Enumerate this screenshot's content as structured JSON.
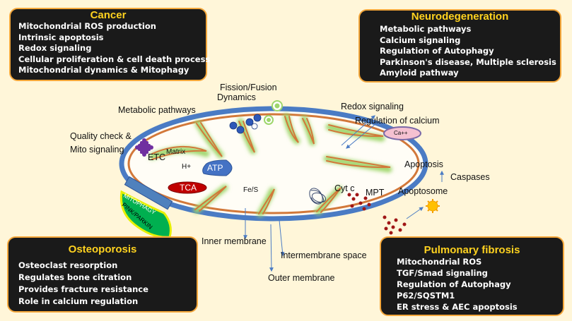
{
  "cancer": {
    "title": "Cancer",
    "items": [
      "Mitochondrial ROS production",
      "Intrinsic apoptosis",
      "Redox signaling",
      "Cellular proliferation & cell death process",
      "Mitochondrial dynamics & Mitophagy"
    ]
  },
  "neuro": {
    "title": "Neurodegeneration",
    "items": [
      "Metabolic pathways",
      "Calcium signaling",
      "Regulation of Autophagy",
      "Parkinson's disease, Multiple sclerosis",
      "Amyloid pathway"
    ]
  },
  "osteo": {
    "title": "Osteoporosis",
    "items": [
      "Osteoclast resorption",
      "Regulates bone citration",
      "Provides fracture resistance",
      "Role in calcium regulation"
    ]
  },
  "pulmonary": {
    "title": "Pulmonary fibrosis",
    "items": [
      "Mitochondrial  ROS",
      "TGF/Smad signaling",
      "Regulation of Autophagy",
      "P62/SQSTM1",
      "ER stress & AEC apoptosis"
    ]
  },
  "labels": {
    "fission": "Fission/Fusion",
    "dynamics": "Dynamics",
    "metabolic": "Metabolic pathways",
    "quality1": "Quality check &",
    "quality2": "Mito signaling",
    "etc": "ETC",
    "matrix": "Matrix",
    "hplus": "H+",
    "atp": "ATP",
    "tca": "TCA",
    "fes": "Fe/S",
    "cytc": "Cyt c",
    "mpt": "MPT",
    "redox": "Redox signaling",
    "calcium": "Regulation of calcium",
    "ca": "Ca++",
    "apoptosis": "Apoptosis",
    "caspases": "Caspases",
    "apoptosome": "Apoptosome",
    "inner": "Inner membrane",
    "intermembrane": "Intermembrane space",
    "outer": "Outer membrane",
    "mitophagy": "MITOPHAGY",
    "pink": "PINK/PARKIN"
  },
  "colors": {
    "box_border": "#f4a73b",
    "title_yellow": "#ffd21f",
    "outer_membrane": "#4a7bc4",
    "inner_membrane": "#d2783a",
    "crista_glow": "#b7e38a",
    "atp": "#4472c4",
    "tca": "#c00000",
    "mitophagy": "#4f81bd",
    "pink_parkin": "#00b050"
  }
}
